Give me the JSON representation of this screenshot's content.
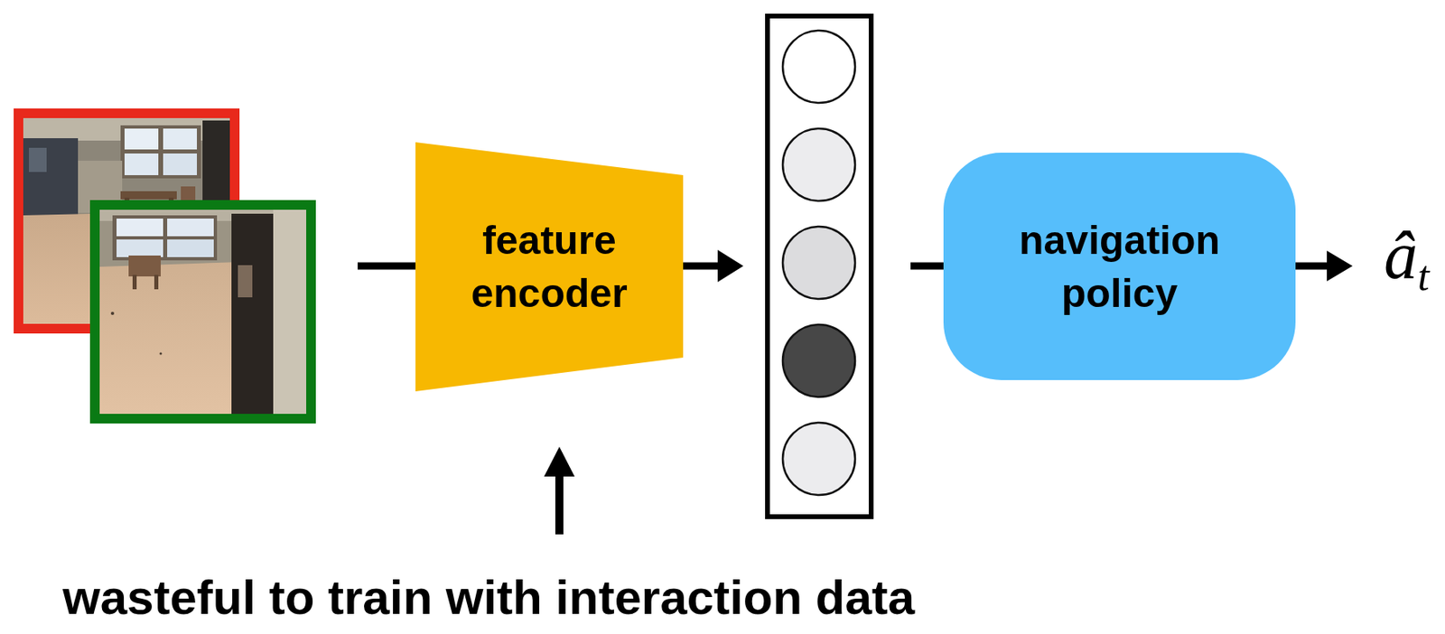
{
  "diagram": {
    "nodes": [
      {
        "text": [
          "feature encoder"
        ]
      },
      {
        "text": [
          "navigation policy"
        ]
      }
    ],
    "labels": [
      "ât",
      "wasteful to train with interaction data"
    ]
  }
}
